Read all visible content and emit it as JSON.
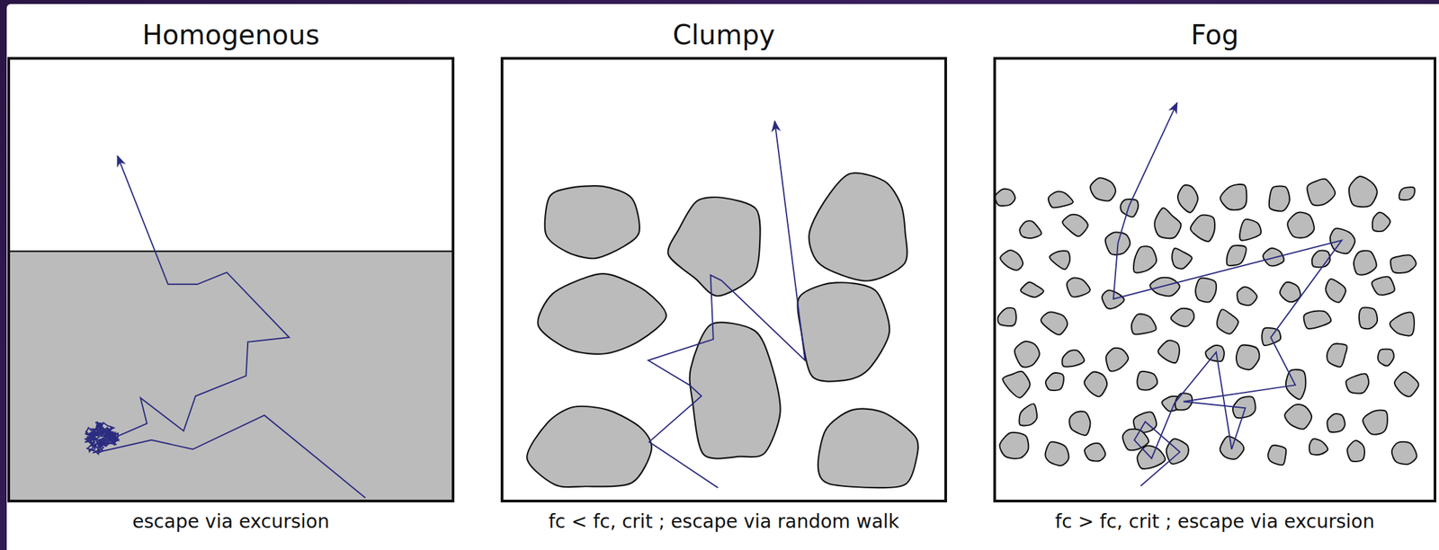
{
  "diagram": {
    "nodes": [
      {
        "text": [
          "Homogenous",
          "escape via excursion"
        ]
      },
      {
        "text": [
          "Clumpy",
          "fc < fc, crit ; escape via random walk"
        ]
      },
      {
        "text": [
          "Fog",
          "fc > fc, crit ; escape via excursion"
        ]
      }
    ]
  }
}
